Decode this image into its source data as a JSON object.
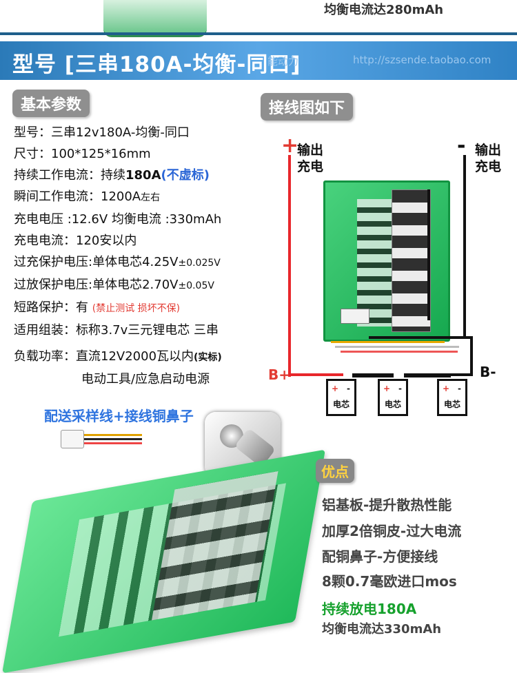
{
  "top": {
    "text": "均衡电流达280mAh"
  },
  "banner": {
    "title": "型号 [三串180A-均衡-同口]",
    "watermark": "能动力",
    "url": "http://szsende.taobao.com"
  },
  "left": {
    "section_title": "基本参数",
    "rows": [
      {
        "label": "型号：三串12v180A-均衡-同口"
      },
      {
        "label": "尺寸：100*125*16mm"
      },
      {
        "label": "持续工作电流：持续",
        "bold": "180A",
        "note": "(不虚标)"
      },
      {
        "label": "瞬间工作电流：1200A",
        "suffix": "左右"
      },
      {
        "label": "充电电压 :12.6V  均衡电流 :330mAh"
      },
      {
        "label": "充电电流：120安以内"
      },
      {
        "label": "过充保护电压:单体电芯4.25V",
        "suffix": "±0.025V"
      },
      {
        "label": "过放保护电压:单体电芯2.70V",
        "suffix": "±0.05V"
      },
      {
        "label": "短路保护：有 ",
        "note": "(禁止测试 损坏不保)"
      },
      {
        "label": "适用组装：标称3.7v三元锂电芯 三串"
      },
      {
        "label": "负载功率：直流12V2000瓦以内",
        "bold": "(实标)"
      },
      {
        "label": "电动工具/应急启动电源"
      }
    ],
    "accessory_title": "配送采样线+接线铜鼻子"
  },
  "right": {
    "section_title": "接线图如下",
    "pos_output": {
      "sign": "+",
      "line1": "输出",
      "line2": "充电"
    },
    "neg_output": {
      "sign": "-",
      "line1": "输出",
      "line2": "充电"
    },
    "b_plus": "B+",
    "b_minus": "B-",
    "cells": [
      "电芯",
      "电芯",
      "电芯"
    ]
  },
  "advantages": {
    "title": "优点",
    "items": [
      "铝基板-提升散热性能",
      "加厚2倍铜皮-过大电流",
      "配铜鼻子-方便接线",
      "8颗0.7毫欧进口mos",
      "持续放电180A",
      "均衡电流达330mAh"
    ]
  }
}
